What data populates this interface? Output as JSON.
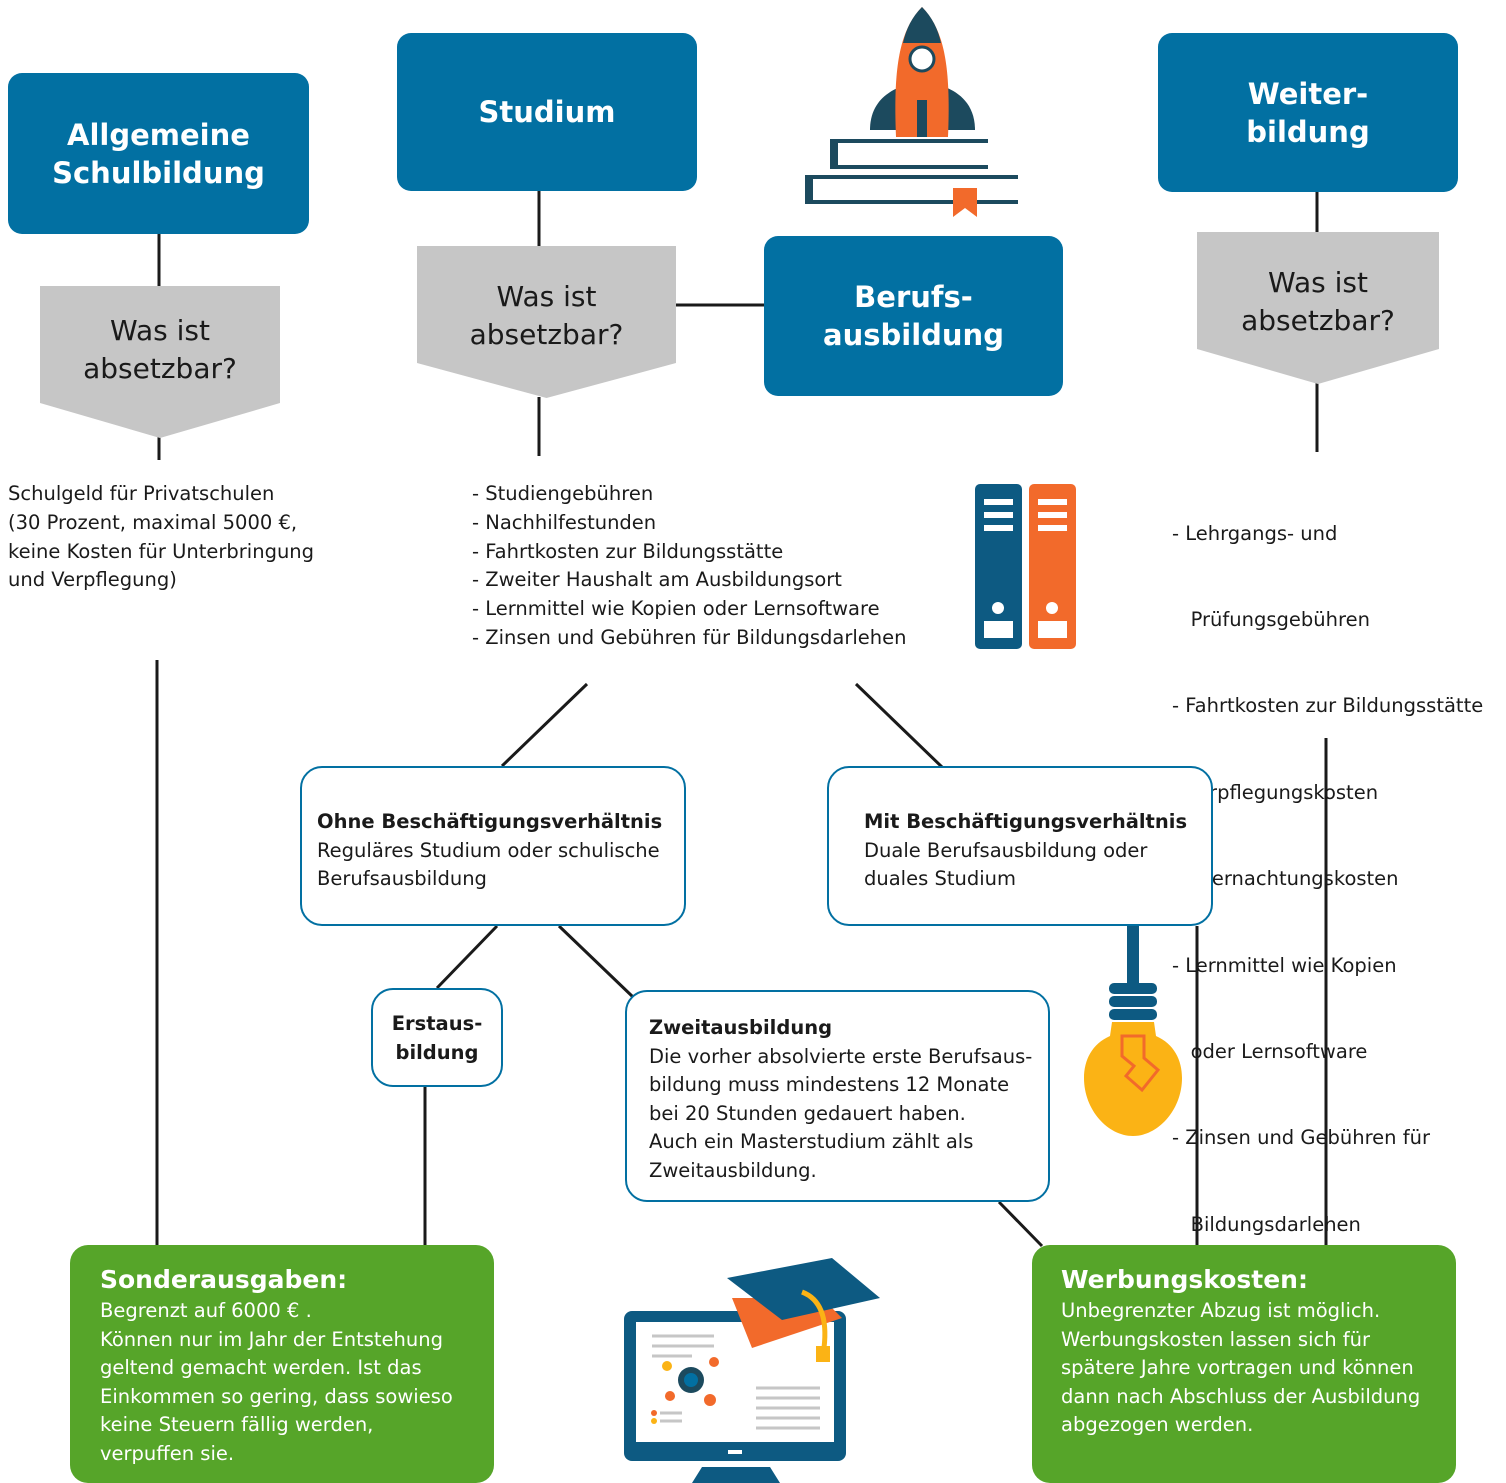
{
  "boxes": {
    "allgemeine": [
      "Allgemeine",
      "Schulbildung"
    ],
    "studium": [
      "Studium"
    ],
    "berufsausbildung": [
      "Berufs-",
      "ausbildung"
    ],
    "weiterbildung": [
      "Weiter-",
      "bildung"
    ]
  },
  "question": [
    "Was ist",
    "absetzbar?"
  ],
  "lists": {
    "schule": [
      "Schulgeld für Privatschulen",
      "(30 Prozent, maximal 5000 €,",
      "keine Kosten für Unterbringung",
      "und Verpflegung)"
    ],
    "studium": [
      "- Studiengebühren",
      "- Nachhilfestunden",
      "- Fahrtkosten zur Bildungsstätte",
      "- Zweiter Haushalt am Ausbildungsort",
      "- Lernmittel wie Kopien oder Lernsoftware",
      "- Zinsen und Gebühren für Bildungsdarlehen"
    ],
    "weiterbildung": [
      "- Lehrgangs- und",
      "   Prüfungsgebühren",
      "- Fahrtkosten zur Bildungsstätte",
      "- Verpflegungskosten",
      "- Übernachtungskosten",
      "- Lernmittel wie Kopien",
      "   oder Lernsoftware",
      "- Zinsen und Gebühren für",
      "   Bildungsdarlehen"
    ]
  },
  "ohne": {
    "title": "Ohne Beschäftigungsverhältnis",
    "lines": [
      "Reguläres Studium oder schulische",
      "Berufsausbildung"
    ]
  },
  "mit": {
    "title": "Mit Beschäftigungsverhältnis",
    "lines": [
      "Duale Berufsausbildung oder",
      "duales Studium"
    ]
  },
  "erstausbildung": [
    "Erstaus-",
    "bildung"
  ],
  "zweit": {
    "title": "Zweitausbildung",
    "lines": [
      "Die vorher absolvierte erste Berufsaus-",
      "bildung muss mindestens 12 Monate",
      "bei 20 Stunden gedauert haben.",
      "Auch ein Masterstudium zählt als",
      "Zweitausbildung."
    ]
  },
  "sonder": {
    "title": "Sonderausgaben:",
    "lines": [
      "Begrenzt auf 6000 € .",
      "Können nur im Jahr der Entstehung",
      "geltend gemacht werden. Ist das",
      "Einkommen so gering, dass sowieso",
      "keine Steuern fällig werden,",
      "verpuffen sie."
    ]
  },
  "werbung": {
    "title": "Werbungskosten:",
    "lines": [
      "Unbegrenzter Abzug ist möglich.",
      "Werbungskosten lassen sich für",
      "spätere Jahre vortragen und können",
      "dann nach Abschluss der Ausbildung",
      "abgezogen werden."
    ]
  },
  "colors": {
    "blue": "#0270a2",
    "grey": "#c6c6c6",
    "green": "#56a529",
    "orange": "#f26a2b",
    "navy": "#1c4a5e",
    "yellow": "#fbb315"
  },
  "icons": [
    "rocket-icon",
    "books-icon",
    "binders-icon",
    "lightbulb-icon",
    "elearning-icon"
  ]
}
